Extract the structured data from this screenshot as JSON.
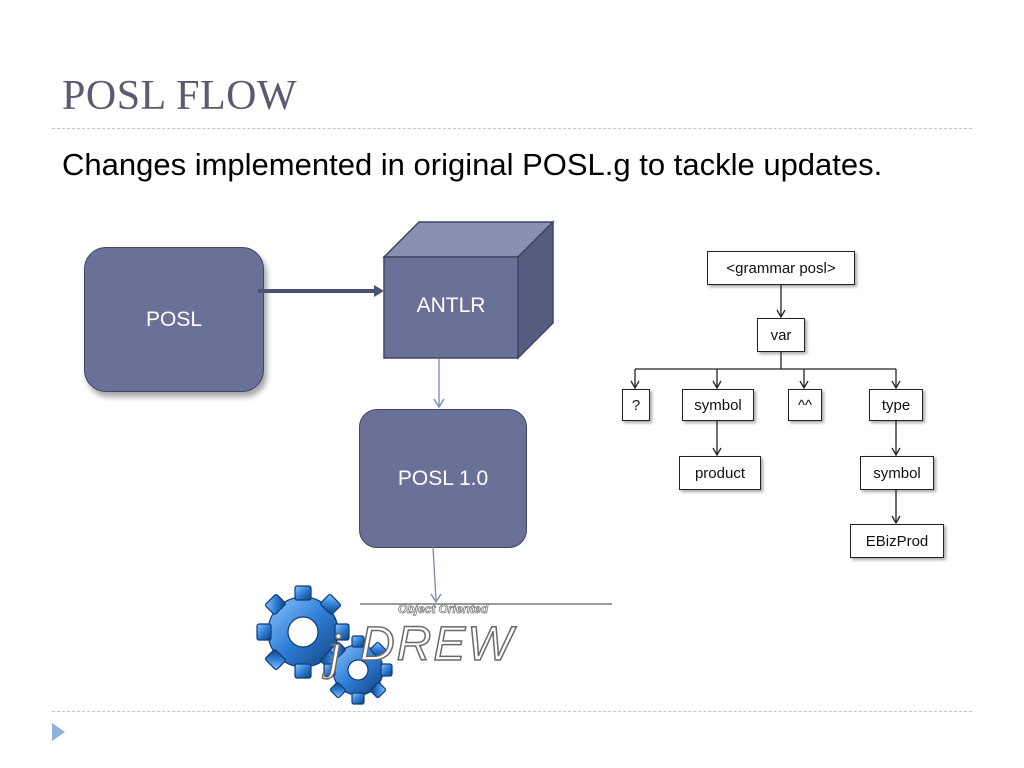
{
  "slide": {
    "title": "POSL FLOW",
    "subtitle": "Changes implemented in original POSL.g to tackle updates."
  },
  "flow": {
    "posl": "POSL",
    "antlr": "ANTLR",
    "posl10": "POSL 1.0"
  },
  "logo": {
    "small_text": "Object Oriented",
    "j": "j",
    "main_text": "DREW"
  },
  "tree": {
    "root": "<grammar posl>",
    "var": "var",
    "q": "?",
    "symbol": "symbol",
    "caret": "^^",
    "type": "type",
    "product": "product",
    "symbol2": "symbol",
    "ebizprod": "EBizProd"
  },
  "colors": {
    "box_fill": "#6a7196",
    "box_border": "#3f4666",
    "title_color": "#5a5a70",
    "logo_blue": "#2f7ed6"
  }
}
